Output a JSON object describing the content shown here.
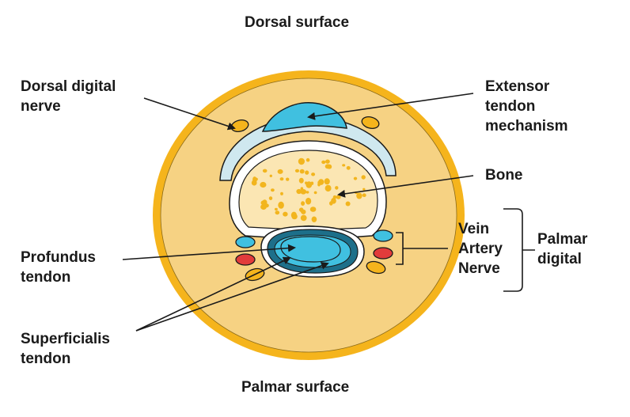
{
  "title_top": "Dorsal surface",
  "title_bottom": "Palmar surface",
  "labels": {
    "dorsal_digital_nerve": [
      "Dorsal digital",
      "nerve"
    ],
    "extensor_tendon": [
      "Extensor",
      "tendon",
      "mechanism"
    ],
    "bone": "Bone",
    "profundus_tendon": [
      "Profundus",
      "tendon"
    ],
    "superficialis_tendon": [
      "Superficialis",
      "tendon"
    ],
    "vein": "Vein",
    "artery": "Artery",
    "nerve": "Nerve",
    "palmar_digital": [
      "Palmar",
      "digital"
    ]
  },
  "colors": {
    "skin_ring": "#f5b41c",
    "subcutaneous": "#f6d283",
    "tendon_blue": "#40c0e0",
    "tendon_dark": "#1d6f8a",
    "sheath_light": "#cfe8ef",
    "bone_marrow": "#fbe6b3",
    "bone_dots": "#f2b51e",
    "artery_red": "#e23b3b",
    "nerve_yellow": "#f5b41c",
    "line": "#1a1a1a"
  }
}
